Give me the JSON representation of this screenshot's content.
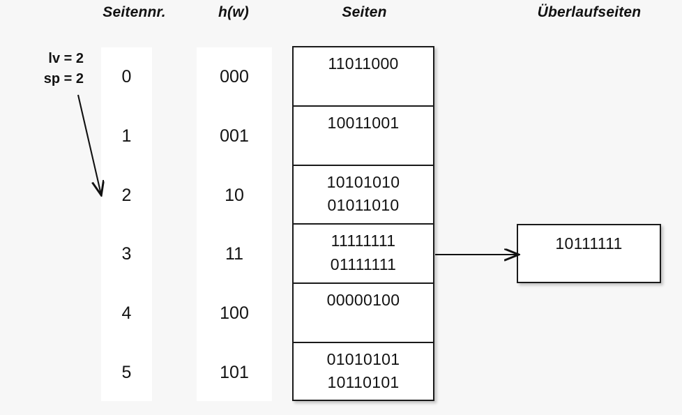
{
  "headers": {
    "seitennr": "Seitennr.",
    "hw": "h(w)",
    "seiten": "Seiten",
    "ueberlaufseiten": "Überlaufseiten"
  },
  "params": {
    "lv": "lv = 2",
    "sp": "sp = 2"
  },
  "rows": [
    {
      "seitennr": "0",
      "hw": "000",
      "records": [
        "11011000"
      ]
    },
    {
      "seitennr": "1",
      "hw": "001",
      "records": [
        "10011001"
      ]
    },
    {
      "seitennr": "2",
      "hw": "10",
      "records": [
        "10101010",
        "01011010"
      ]
    },
    {
      "seitennr": "3",
      "hw": "11",
      "records": [
        "11111111",
        "01111111"
      ]
    },
    {
      "seitennr": "4",
      "hw": "100",
      "records": [
        "00000100"
      ]
    },
    {
      "seitennr": "5",
      "hw": "101",
      "records": [
        "01010101",
        "10110101"
      ]
    }
  ],
  "overflow_pages": [
    {
      "records": [
        "10111111"
      ],
      "from_row": 3
    }
  ],
  "colors": {
    "background": "#f7f7f7",
    "panel": "#ffffff",
    "stroke": "#1a1a1a",
    "text": "#121212"
  }
}
